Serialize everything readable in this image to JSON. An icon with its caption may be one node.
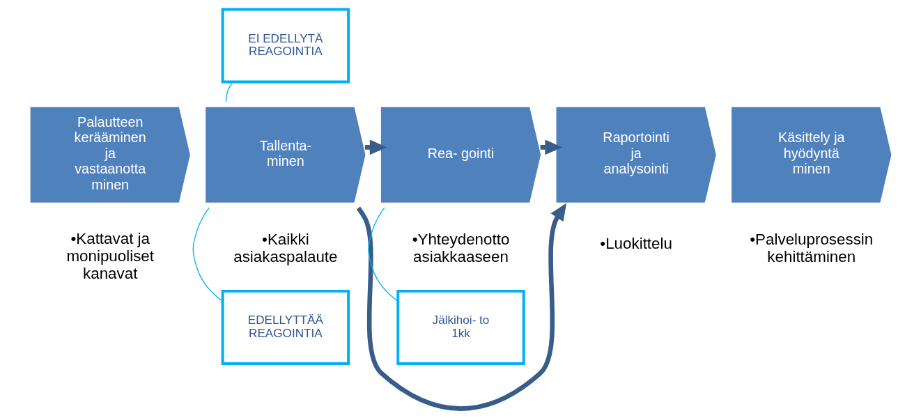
{
  "diagram": {
    "nodes": [
      {
        "text": [
          "Palautteen kerääminen ja vastaanotta minen"
        ],
        "beside": [
          "•Kattavat ja monipuoliset kanavat"
        ]
      },
      {
        "text": [
          "Tallenta- minen"
        ],
        "beside": [
          "•Kaikki asiakaspalaute"
        ]
      },
      {
        "text": [
          "Rea- gointi"
        ],
        "beside": [
          "•Yhteydenotto asiakkaaseen"
        ]
      },
      {
        "text": [
          "Raportointi ja analysointi"
        ],
        "beside": [
          "•Luokittelu"
        ]
      },
      {
        "text": [
          "Käsittely ja hyödyntä minen"
        ],
        "beside": [
          "•Palveluprosessin kehittäminen"
        ]
      },
      {
        "text": [
          "EI EDELLYTÄ REAGOINTIA"
        ]
      },
      {
        "text": [
          "EDELLYTTÄÄ REAGOINTIA"
        ]
      },
      {
        "text": [
          "Jälkihoi- to 1kk"
        ]
      }
    ],
    "edges": [
      {
        "from": 1,
        "to": 3,
        "arrow": "to",
        "style": "thick",
        "color": "#385d8a"
      },
      {
        "from": 1,
        "to": 2,
        "arrow": "to",
        "style": "thick",
        "color": "#385d8a"
      },
      {
        "from": 2,
        "to": 3,
        "arrow": "to",
        "style": "thick",
        "color": "#385d8a"
      },
      {
        "from": 5,
        "to": 1,
        "arrow": "none",
        "color": "#00b0f0"
      },
      {
        "from": 6,
        "to": 1,
        "arrow": "none",
        "color": "#00b0f0"
      },
      {
        "from": 7,
        "to": 2,
        "arrow": "none",
        "color": "#00b0f0"
      }
    ]
  }
}
